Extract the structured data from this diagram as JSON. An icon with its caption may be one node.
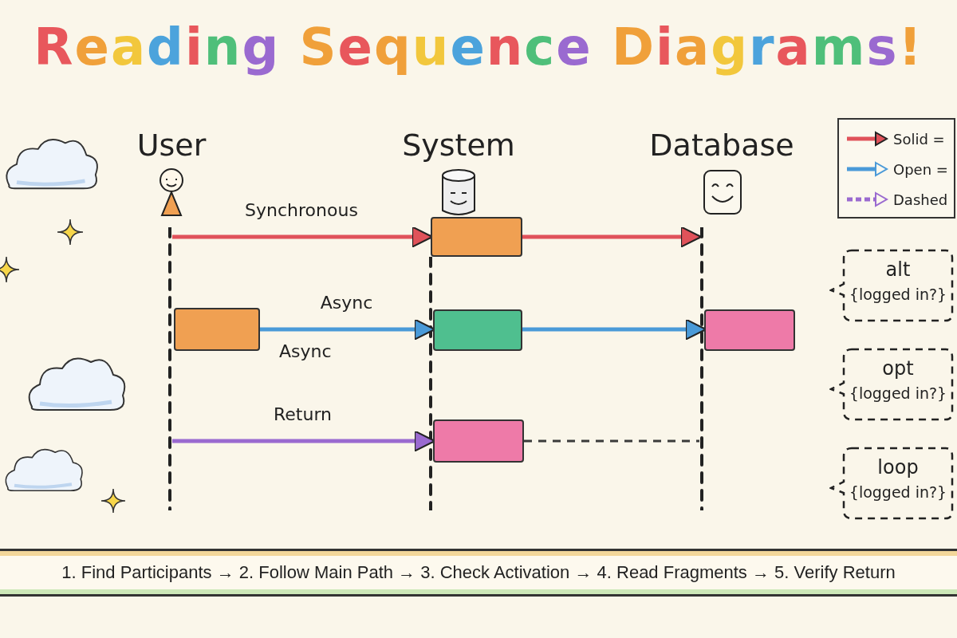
{
  "diagram": {
    "title": "Reading Sequence Diagrams!",
    "nodes": [
      {
        "text": [
          "User"
        ]
      },
      {
        "text": [
          "System"
        ]
      },
      {
        "text": [
          "Database"
        ]
      },
      {
        "text": [],
        "shape": "line"
      },
      {
        "text": [],
        "shape": "line"
      },
      {
        "text": [],
        "shape": "line"
      },
      {
        "text": [],
        "shape": "box"
      },
      {
        "text": [],
        "shape": "box"
      },
      {
        "text": [],
        "shape": "box"
      },
      {
        "text": [],
        "shape": "box"
      },
      {
        "text": [],
        "shape": "box"
      },
      {
        "text": [
          "alt",
          "{logged in?}"
        ]
      },
      {
        "text": [
          "opt",
          "{logged in?}"
        ]
      },
      {
        "text": [
          "loop",
          "{logged in?}"
        ]
      },
      {
        "text": [
          "1. Find Participants → 2. Follow Main Path → 3. Check Activation → 4. Read Fragments → 5. Verify Return"
        ]
      }
    ],
    "edges": [
      {
        "from": 3,
        "to": 6,
        "arrow": "to",
        "label": "Synchronous",
        "color": "#e0525a"
      },
      {
        "from": 6,
        "to": 5,
        "arrow": "to",
        "color": "#e0525a"
      },
      {
        "from": 7,
        "to": 8,
        "arrow": "to",
        "label": "Async",
        "color": "#4a9ad8"
      },
      {
        "from": 8,
        "to": 9,
        "arrow": "to",
        "color": "#4a9ad8"
      },
      {
        "from": 3,
        "to": 10,
        "arrow": "to",
        "label": "Return",
        "color": "#9a6ad0"
      },
      {
        "from": 10,
        "to": 5,
        "arrow": "none",
        "style": "dashed",
        "color": "#3a3a3a"
      }
    ],
    "labels": [
      "Async"
    ],
    "legend": [
      {
        "text": "Solid ="
      },
      {
        "text": "Open ="
      },
      {
        "text": "Dashed"
      }
    ]
  }
}
